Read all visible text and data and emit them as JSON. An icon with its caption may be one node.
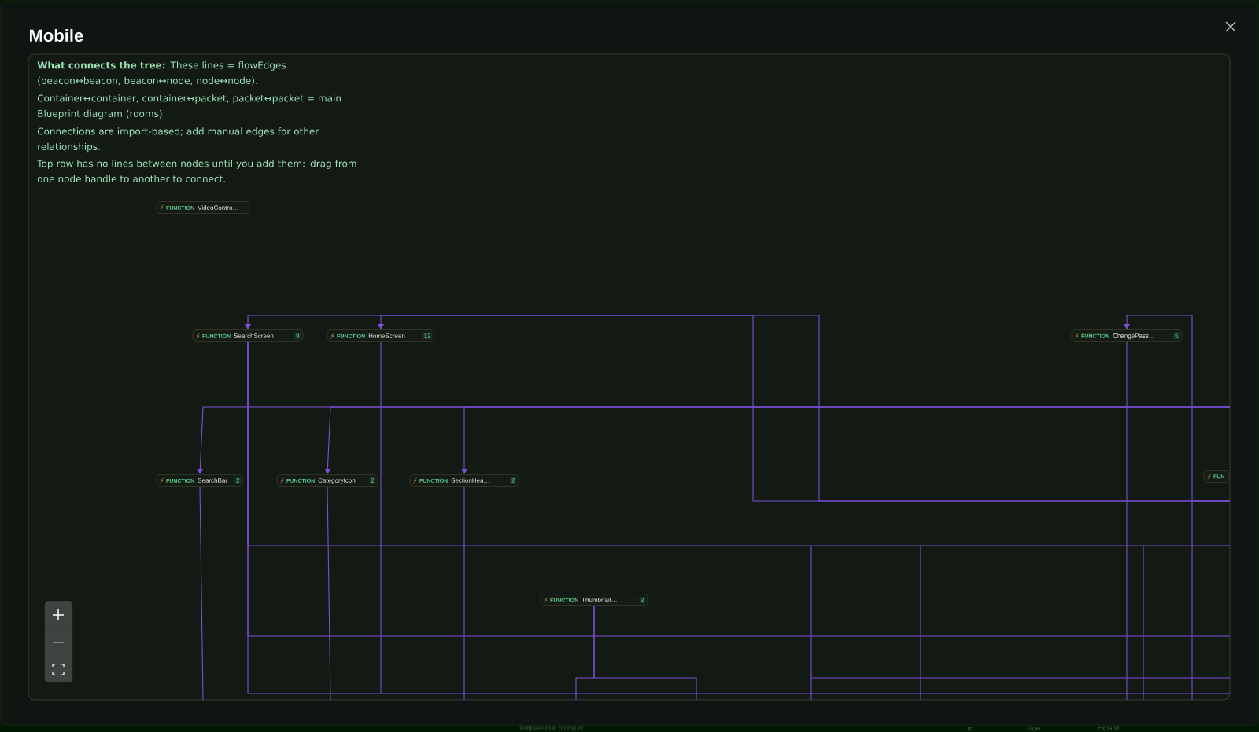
{
  "diagram": {
    "title": "Mobile",
    "nodes": [
      {
        "text": [
          "FUNCTION",
          "VideoContro…"
        ]
      },
      {
        "text": [
          "FUNCTION",
          "SearchScreen",
          "9"
        ]
      },
      {
        "text": [
          "FUNCTION",
          "HomeScreen",
          "12"
        ]
      },
      {
        "text": [
          "FUNCTION",
          "ChangePass…",
          "5"
        ]
      },
      {
        "text": [
          "FUNCTION",
          "SearchBar",
          "2"
        ]
      },
      {
        "text": [
          "FUNCTION",
          "CategoryIcon",
          "2"
        ]
      },
      {
        "text": [
          "FUNCTION",
          "SectionHea…",
          "2"
        ]
      },
      {
        "text": [
          "FUN"
        ]
      },
      {
        "text": [
          "FUNCTION",
          "Thumbnail…",
          "2"
        ]
      }
    ],
    "edges": [
      {
        "from": null,
        "to": 1,
        "arrow": "to"
      },
      {
        "from": null,
        "to": 2,
        "arrow": "to"
      },
      {
        "from": null,
        "to": 4,
        "arrow": "to"
      },
      {
        "from": null,
        "to": 5,
        "arrow": "to"
      },
      {
        "from": null,
        "to": 6,
        "arrow": "to"
      },
      {
        "from": null,
        "to": 3,
        "arrow": "to"
      },
      {
        "from": 1,
        "to": null,
        "arrow": "none"
      },
      {
        "from": 1,
        "to": null,
        "arrow": "none"
      },
      {
        "from": 1,
        "to": null,
        "arrow": "none"
      },
      {
        "from": 2,
        "to": null,
        "arrow": "none"
      },
      {
        "from": 4,
        "to": null,
        "arrow": "none"
      },
      {
        "from": 5,
        "to": null,
        "arrow": "none"
      },
      {
        "from": 6,
        "to": null,
        "arrow": "none"
      },
      {
        "from": 8,
        "to": null,
        "arrow": "none"
      },
      {
        "from": 8,
        "to": null,
        "arrow": "none"
      },
      {
        "from": 3,
        "to": null,
        "arrow": "none"
      }
    ],
    "labels": [
      "**What connects the tree:** These lines = flowEdges (beacon↔beacon, beacon↔node, node↔node).",
      "Container↔container, container↔packet, packet↔packet = main Blueprint diagram (rooms).",
      "Connections are import-based; add manual edges for other relationships.",
      "Top row has no lines between nodes until you add them: drag from one node handle to another to connect.",
      "template built on top of",
      "List",
      "Flow",
      "Expand"
    ]
  }
}
